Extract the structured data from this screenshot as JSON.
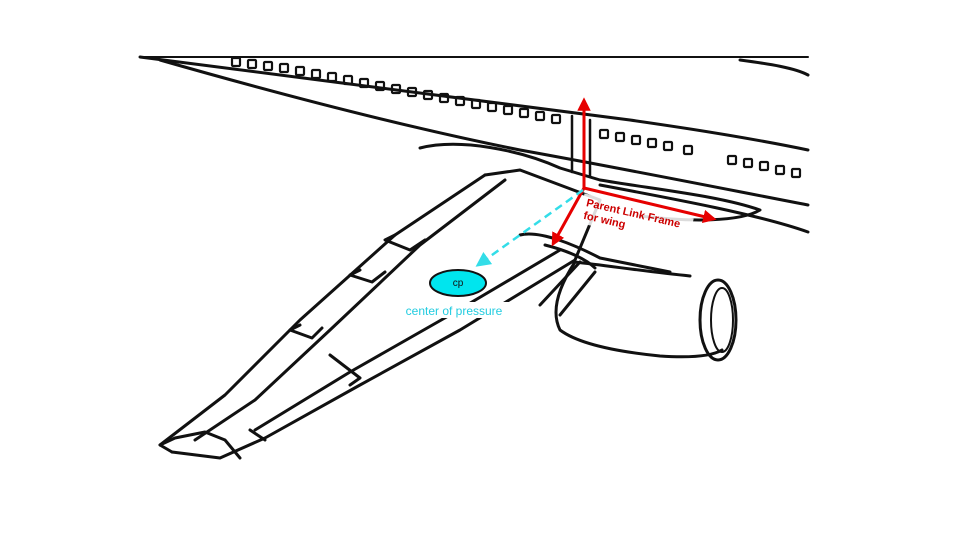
{
  "diagram": {
    "frame_label_line1": "Parent Link Frame",
    "frame_label_line2": "for wing",
    "cp_marker": "cp",
    "cp_caption": "center of pressure"
  },
  "colors": {
    "background": "#ffffff",
    "outline": "#111111",
    "frame_arrow": "#e60000",
    "frame_label": "#cc0000",
    "cp_fill": "#00e5ee",
    "cp_dashed_line": "#33dde8",
    "cp_caption": "#22cce0"
  }
}
